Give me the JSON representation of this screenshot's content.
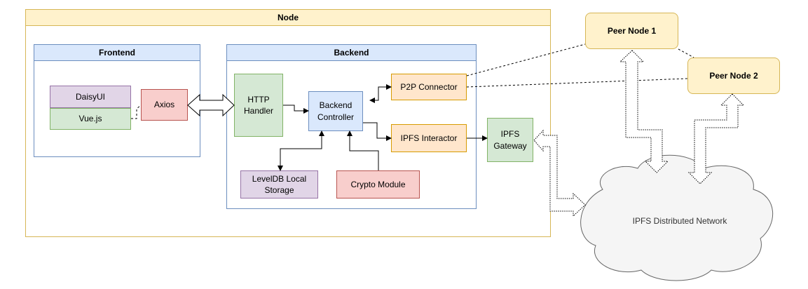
{
  "node": {
    "title": "Node"
  },
  "frontend": {
    "title": "Frontend",
    "daisyui": "DaisyUI",
    "vue": "Vue.js",
    "axios": "Axios"
  },
  "backend": {
    "title": "Backend",
    "http_handler": "HTTP\nHandler",
    "controller": "Backend\nController",
    "p2p": "P2P Connector",
    "ipfs_interactor": "IPFS Interactor",
    "leveldb": "LevelDB Local\nStorage",
    "crypto": "Crypto Module"
  },
  "ipfs_gateway": "IPFS\nGateway",
  "peer1": "Peer Node 1",
  "peer2": "Peer Node 2",
  "ipfs_network": "IPFS Distributed Network",
  "colors": {
    "node_fill": "#fff2cc",
    "node_border": "#d6b656",
    "blue_fill": "#dae8fc",
    "blue_border": "#6c8ebf",
    "purple_fill": "#e1d5e7",
    "purple_border": "#9673a6",
    "green_fill": "#d5e8d4",
    "green_border": "#82b366",
    "red_fill": "#f8cecc",
    "red_border": "#b85450",
    "orange_fill": "#ffe6cc",
    "orange_border": "#d79b00"
  }
}
